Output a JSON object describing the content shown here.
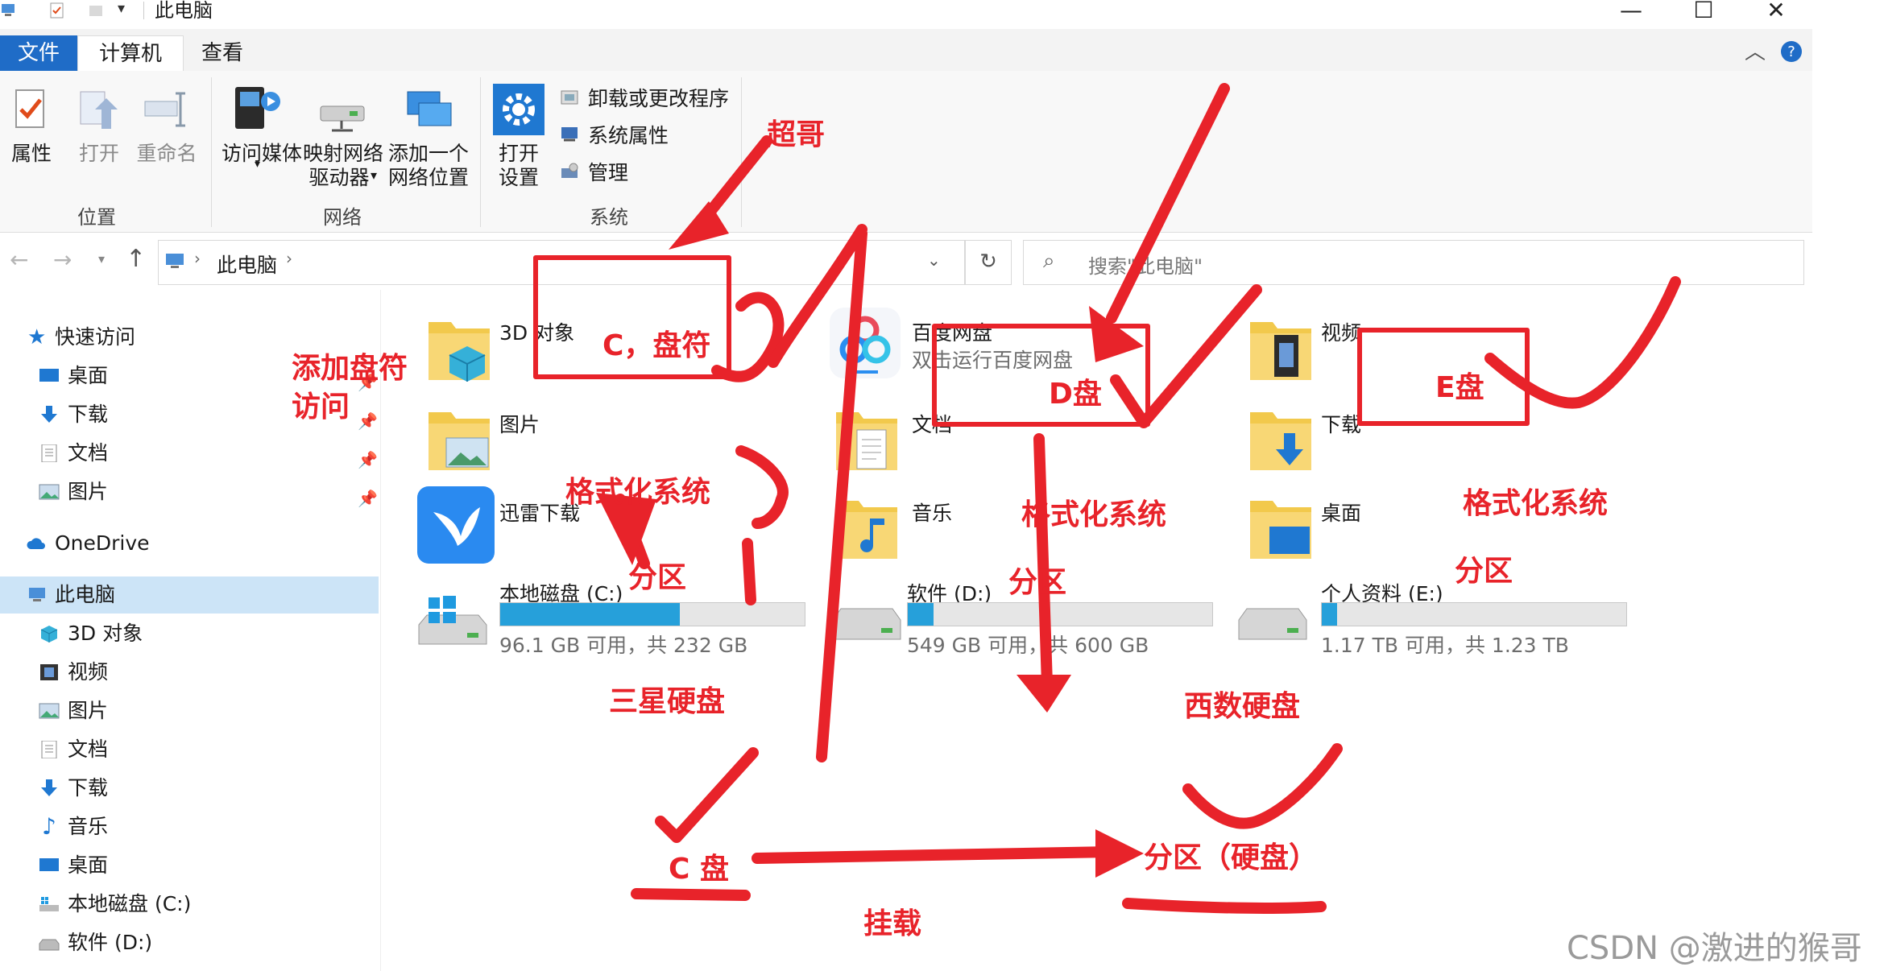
{
  "window": {
    "title": "此电脑",
    "controls": {
      "minimize": "—",
      "maximize": "☐",
      "close": "✕"
    }
  },
  "tabs": {
    "file": "文件",
    "computer": "计算机",
    "view": "查看"
  },
  "ribbon": {
    "location": {
      "properties": "属性",
      "open": "打开",
      "rename": "重命名",
      "group": "位置"
    },
    "network": {
      "access_media": "访问媒体",
      "map_drive_1": "映射网络",
      "map_drive_2": "驱动器",
      "add_loc_1": "添加一个",
      "add_loc_2": "网络位置",
      "group": "网络"
    },
    "system": {
      "open_settings_1": "打开",
      "open_settings_2": "设置",
      "uninstall": "卸载或更改程序",
      "sys_props": "系统属性",
      "manage": "管理",
      "group": "系统"
    }
  },
  "address": {
    "path": "此电脑",
    "search_placeholder": "搜索\"此电脑\""
  },
  "nav": {
    "quick_access": "快速访问",
    "qa_items": [
      "桌面",
      "下载",
      "文档",
      "图片"
    ],
    "onedrive": "OneDrive",
    "this_pc": "此电脑",
    "pc_items": [
      "3D 对象",
      "视频",
      "图片",
      "文档",
      "下载",
      "音乐",
      "桌面",
      "本地磁盘 (C:)",
      "软件 (D:)"
    ]
  },
  "folders": {
    "obj3d": "3D 对象",
    "baidu": "百度网盘",
    "baidu_sub": "双击运行百度网盘",
    "video": "视频",
    "pictures": "图片",
    "documents": "文档",
    "downloads": "下载",
    "xunlei": "迅雷下载",
    "music": "音乐",
    "desktop": "桌面"
  },
  "drives": [
    {
      "name": "本地磁盘 (C:)",
      "info": "96.1 GB 可用，共 232 GB",
      "used_fraction": 0.59
    },
    {
      "name": "软件 (D:)",
      "info": "549 GB 可用，共 600 GB",
      "used_fraction": 0.085
    },
    {
      "name": "个人资料 (E:)",
      "info": "1.17 TB 可用，共 1.23 TB",
      "used_fraction": 0.05
    }
  ],
  "annotations": {
    "chaoge": "超哥",
    "c_drive_letter": "C，盘符",
    "add_letter_1": "添加盘符",
    "add_letter_2": "访问",
    "d_drive": "D盘",
    "e_drive": "E盘",
    "format_c": "格式化系统",
    "format_d": "格式化系统",
    "format_e": "格式化系统",
    "part_c": "分区",
    "part_d": "分区",
    "part_e": "分区",
    "samsung": "三星硬盘",
    "wd": "西数硬盘",
    "c_pan": "C 盘",
    "partition_disk": "分区（硬盘）",
    "mount": "挂载"
  },
  "watermark": "CSDN @激进的猴哥",
  "colors": {
    "accent": "#1f6cc7",
    "annotation": "#e8232a",
    "drive_bar": "#26a0da",
    "nav_selected": "#cce4f7"
  }
}
